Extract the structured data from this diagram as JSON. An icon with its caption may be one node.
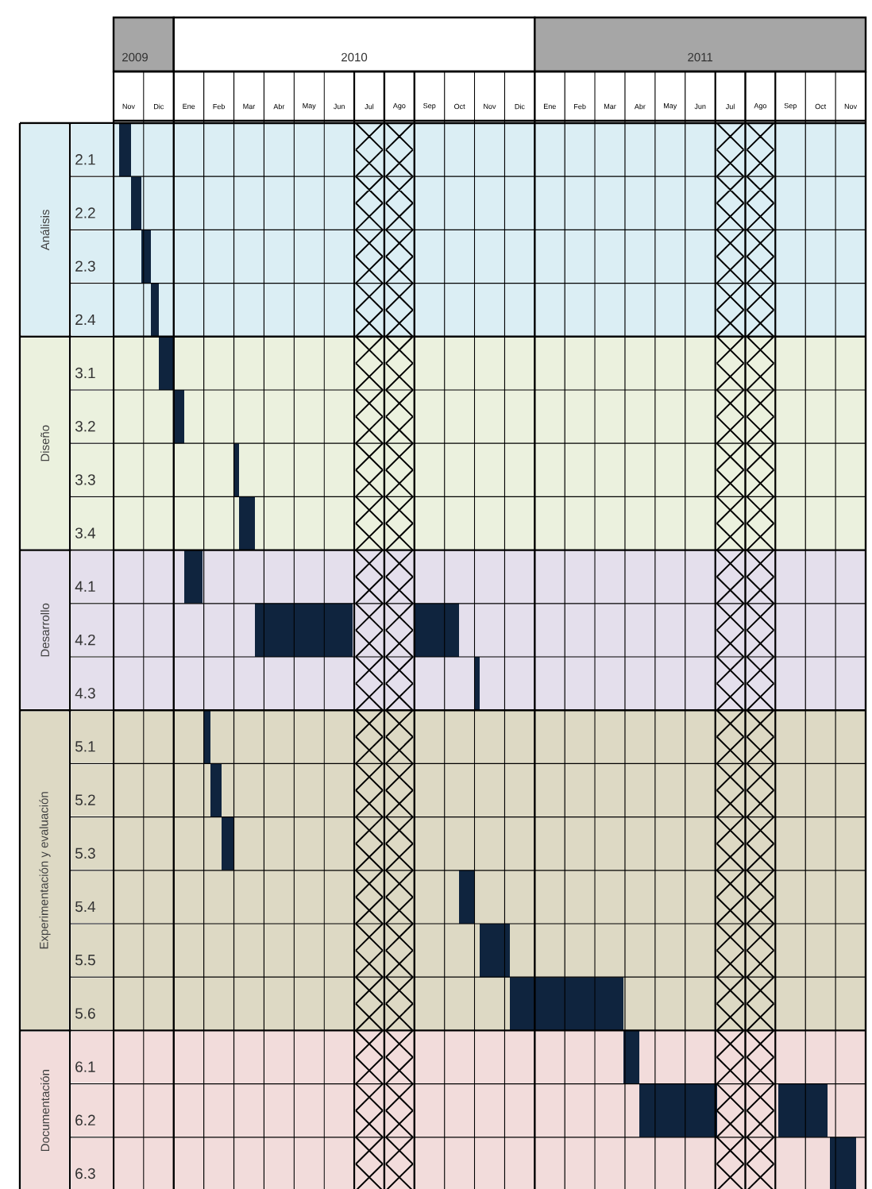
{
  "diagram": {
    "nodes": [
      {
        "text": [
          "Análisis"
        ]
      },
      {
        "text": [
          "Diseño"
        ]
      },
      {
        "text": [
          "Desarrollo"
        ]
      },
      {
        "text": [
          "Experimentación y evaluación"
        ]
      },
      {
        "text": [
          "Documentación"
        ]
      }
    ],
    "labels": [
      "2009",
      "2010",
      "2011",
      "Nov",
      "Dic",
      "Ene",
      "Feb",
      "Mar",
      "Abr",
      "May",
      "Jun",
      "Jul",
      "Ago",
      "Sep",
      "Oct",
      "Nov",
      "Dic",
      "Ene",
      "Feb",
      "Mar",
      "Abr",
      "May",
      "Jun",
      "Jul",
      "Ago",
      "Sep",
      "Oct",
      "Nov",
      "2.1",
      "2.2",
      "2.3",
      "2.4",
      "3.1",
      "3.2",
      "3.3",
      "3.4",
      "4.1",
      "4.2",
      "4.3",
      "5.1",
      "5.2",
      "5.3",
      "5.4",
      "5.5",
      "5.6",
      "6.1",
      "6.2",
      "6.3"
    ]
  }
}
